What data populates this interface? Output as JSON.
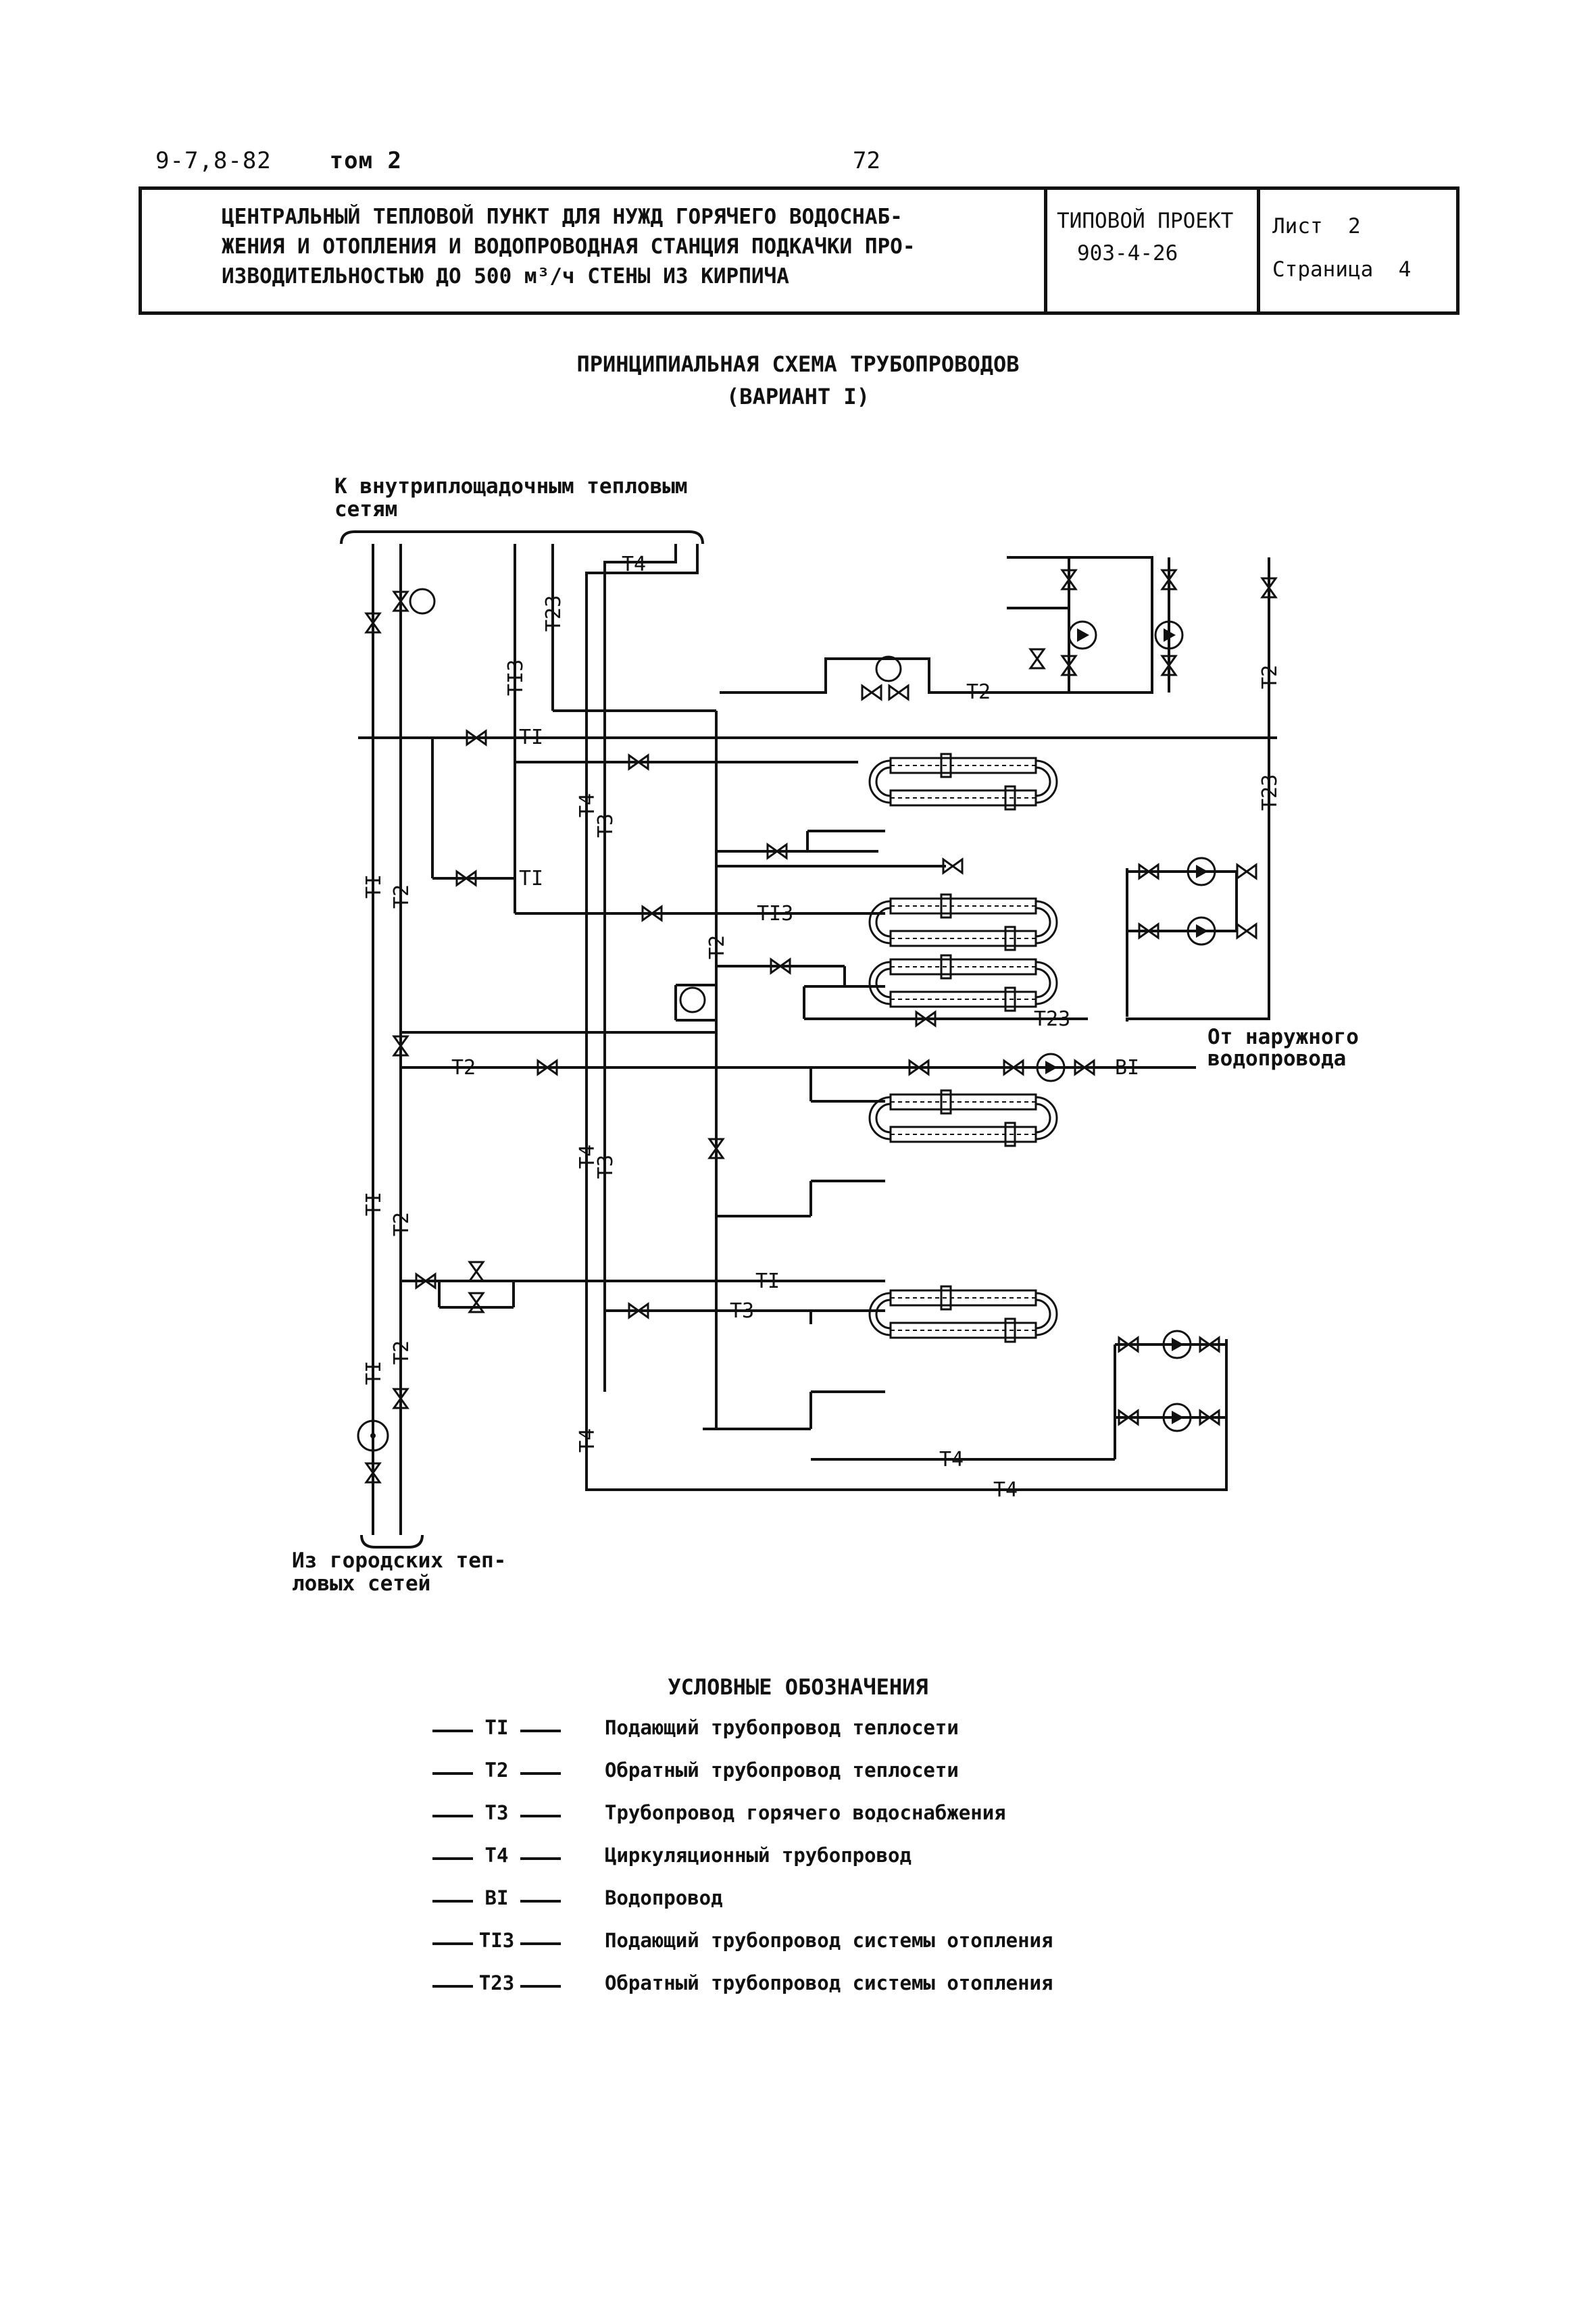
{
  "header": {
    "doc_code": "9-7,8-82",
    "volume": "том 2",
    "page_number": "72"
  },
  "stamp": {
    "title_lines": [
      "ЦЕНТРАЛЬНЫЙ ТЕПЛОВОЙ ПУНКТ ДЛЯ НУЖД ГОРЯЧЕГО ВОДОСНАБ-",
      "ЖЕНИЯ И ОТОПЛЕНИЯ И ВОДОПРОВОДНАЯ СТАНЦИЯ ПОДКАЧКИ ПРО-",
      "ИЗВОДИТЕЛЬНОСТЬЮ ДО 500 м³/ч      СТЕНЫ ИЗ КИРПИЧА"
    ],
    "project_label": "ТИПОВОЙ ПРОЕКТ",
    "project_number": "903-4-26",
    "sheet_label": "Лист",
    "sheet_value": "2",
    "page_label": "Страница",
    "page_value": "4"
  },
  "diagram": {
    "title": "ПРИНЦИПИАЛЬНАЯ СХЕМА ТРУБОПРОВОДОВ",
    "subtitle": "(ВАРИАНТ I)",
    "note_top_line1": "К внутриплощадочным тепловым",
    "note_top_line2": "сетям",
    "note_bottom_line1": "Из городских теп-",
    "note_bottom_line2": "ловых сетей",
    "note_right_line1": "От наружного",
    "note_right_line2": "водопровода",
    "labels": {
      "t1": "TI",
      "t2": "T2",
      "t3": "T3",
      "t4": "T4",
      "t13": "TI3",
      "t23": "T23",
      "b1": "BI"
    }
  },
  "legend": {
    "title": "УСЛОВНЫЕ ОБОЗНАЧЕНИЯ",
    "items": [
      {
        "code": "TI",
        "desc": "Подающий трубопровод теплосети"
      },
      {
        "code": "T2",
        "desc": "Обратный трубопровод теплосети"
      },
      {
        "code": "T3",
        "desc": "Трубопровод горячего водоснабжения"
      },
      {
        "code": "T4",
        "desc": "Циркуляционный трубопровод"
      },
      {
        "code": "BI",
        "desc": "Водопровод"
      },
      {
        "code": "TI3",
        "desc": "Подающий трубопровод системы отопления"
      },
      {
        "code": "T23",
        "desc": "Обратный трубопровод системы отопления"
      }
    ]
  }
}
